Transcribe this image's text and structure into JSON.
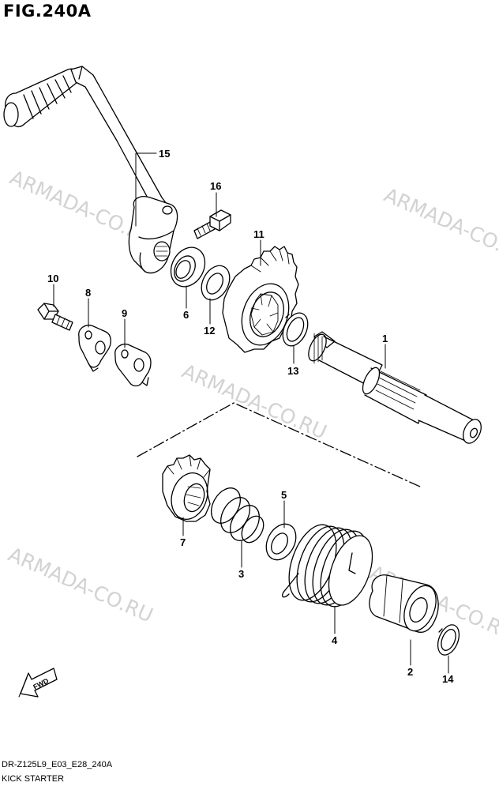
{
  "figure": {
    "title": "FIG.240A",
    "code": "DR-Z125L9_E03_E28_240A",
    "subtitle": "KICK STARTER"
  },
  "watermark": "ARMADA-CO.RU",
  "direction_label": "FWD",
  "callouts": {
    "c1": "1",
    "c2": "2",
    "c3": "3",
    "c4": "4",
    "c5": "5",
    "c6": "6",
    "c7": "7",
    "c8": "8",
    "c9": "9",
    "c10": "10",
    "c11": "11",
    "c12": "12",
    "c13": "13",
    "c14": "14",
    "c15": "15",
    "c16": "16"
  }
}
